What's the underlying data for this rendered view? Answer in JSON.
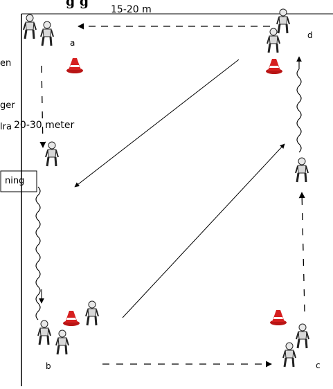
{
  "title_fragment": "g g",
  "distance_top": "15-20 m",
  "distance_side": "20-30 meter",
  "corners": {
    "a": "a",
    "b": "b",
    "c": "c",
    "d": "d"
  },
  "cut_text": [
    "en",
    "ger",
    "lra"
  ],
  "goal_label": "ning",
  "colors": {
    "cone": "#d61f1f",
    "line": "#000000"
  }
}
